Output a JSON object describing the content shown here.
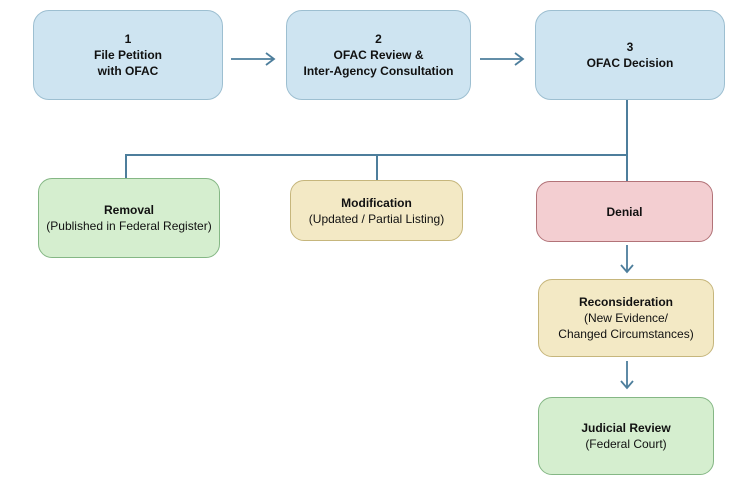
{
  "colors": {
    "step_fill": "#cee4f1",
    "step_border": "#9dbfd1",
    "positive_fill": "#d5eecf",
    "positive_border": "#85b785",
    "neutral_fill": "#f3e9c5",
    "neutral_border": "#c6b67c",
    "negative_fill": "#f3ced1",
    "negative_border": "#b27378",
    "connector": "#4d7e9c",
    "text": "#111111"
  },
  "steps": [
    {
      "number": "1",
      "line1": "File Petition",
      "line2": "with OFAC"
    },
    {
      "number": "2",
      "line1": "OFAC Review &",
      "line2": "Inter-Agency Consultation"
    },
    {
      "number": "3",
      "line1": "OFAC Decision",
      "line2": ""
    }
  ],
  "outcomes": {
    "removal": {
      "title": "Removal",
      "subtitle": "(Published in Federal Register)"
    },
    "modification": {
      "title": "Modification",
      "subtitle": "(Updated / Partial Listing)"
    },
    "denial": {
      "title": "Denial"
    },
    "reconsideration": {
      "title": "Reconsideration",
      "subtitle_line1": "(New Evidence/",
      "subtitle_line2": "Changed Circumstances)"
    },
    "judicial_review": {
      "title": "Judicial Review",
      "subtitle": "(Federal Court)"
    }
  }
}
